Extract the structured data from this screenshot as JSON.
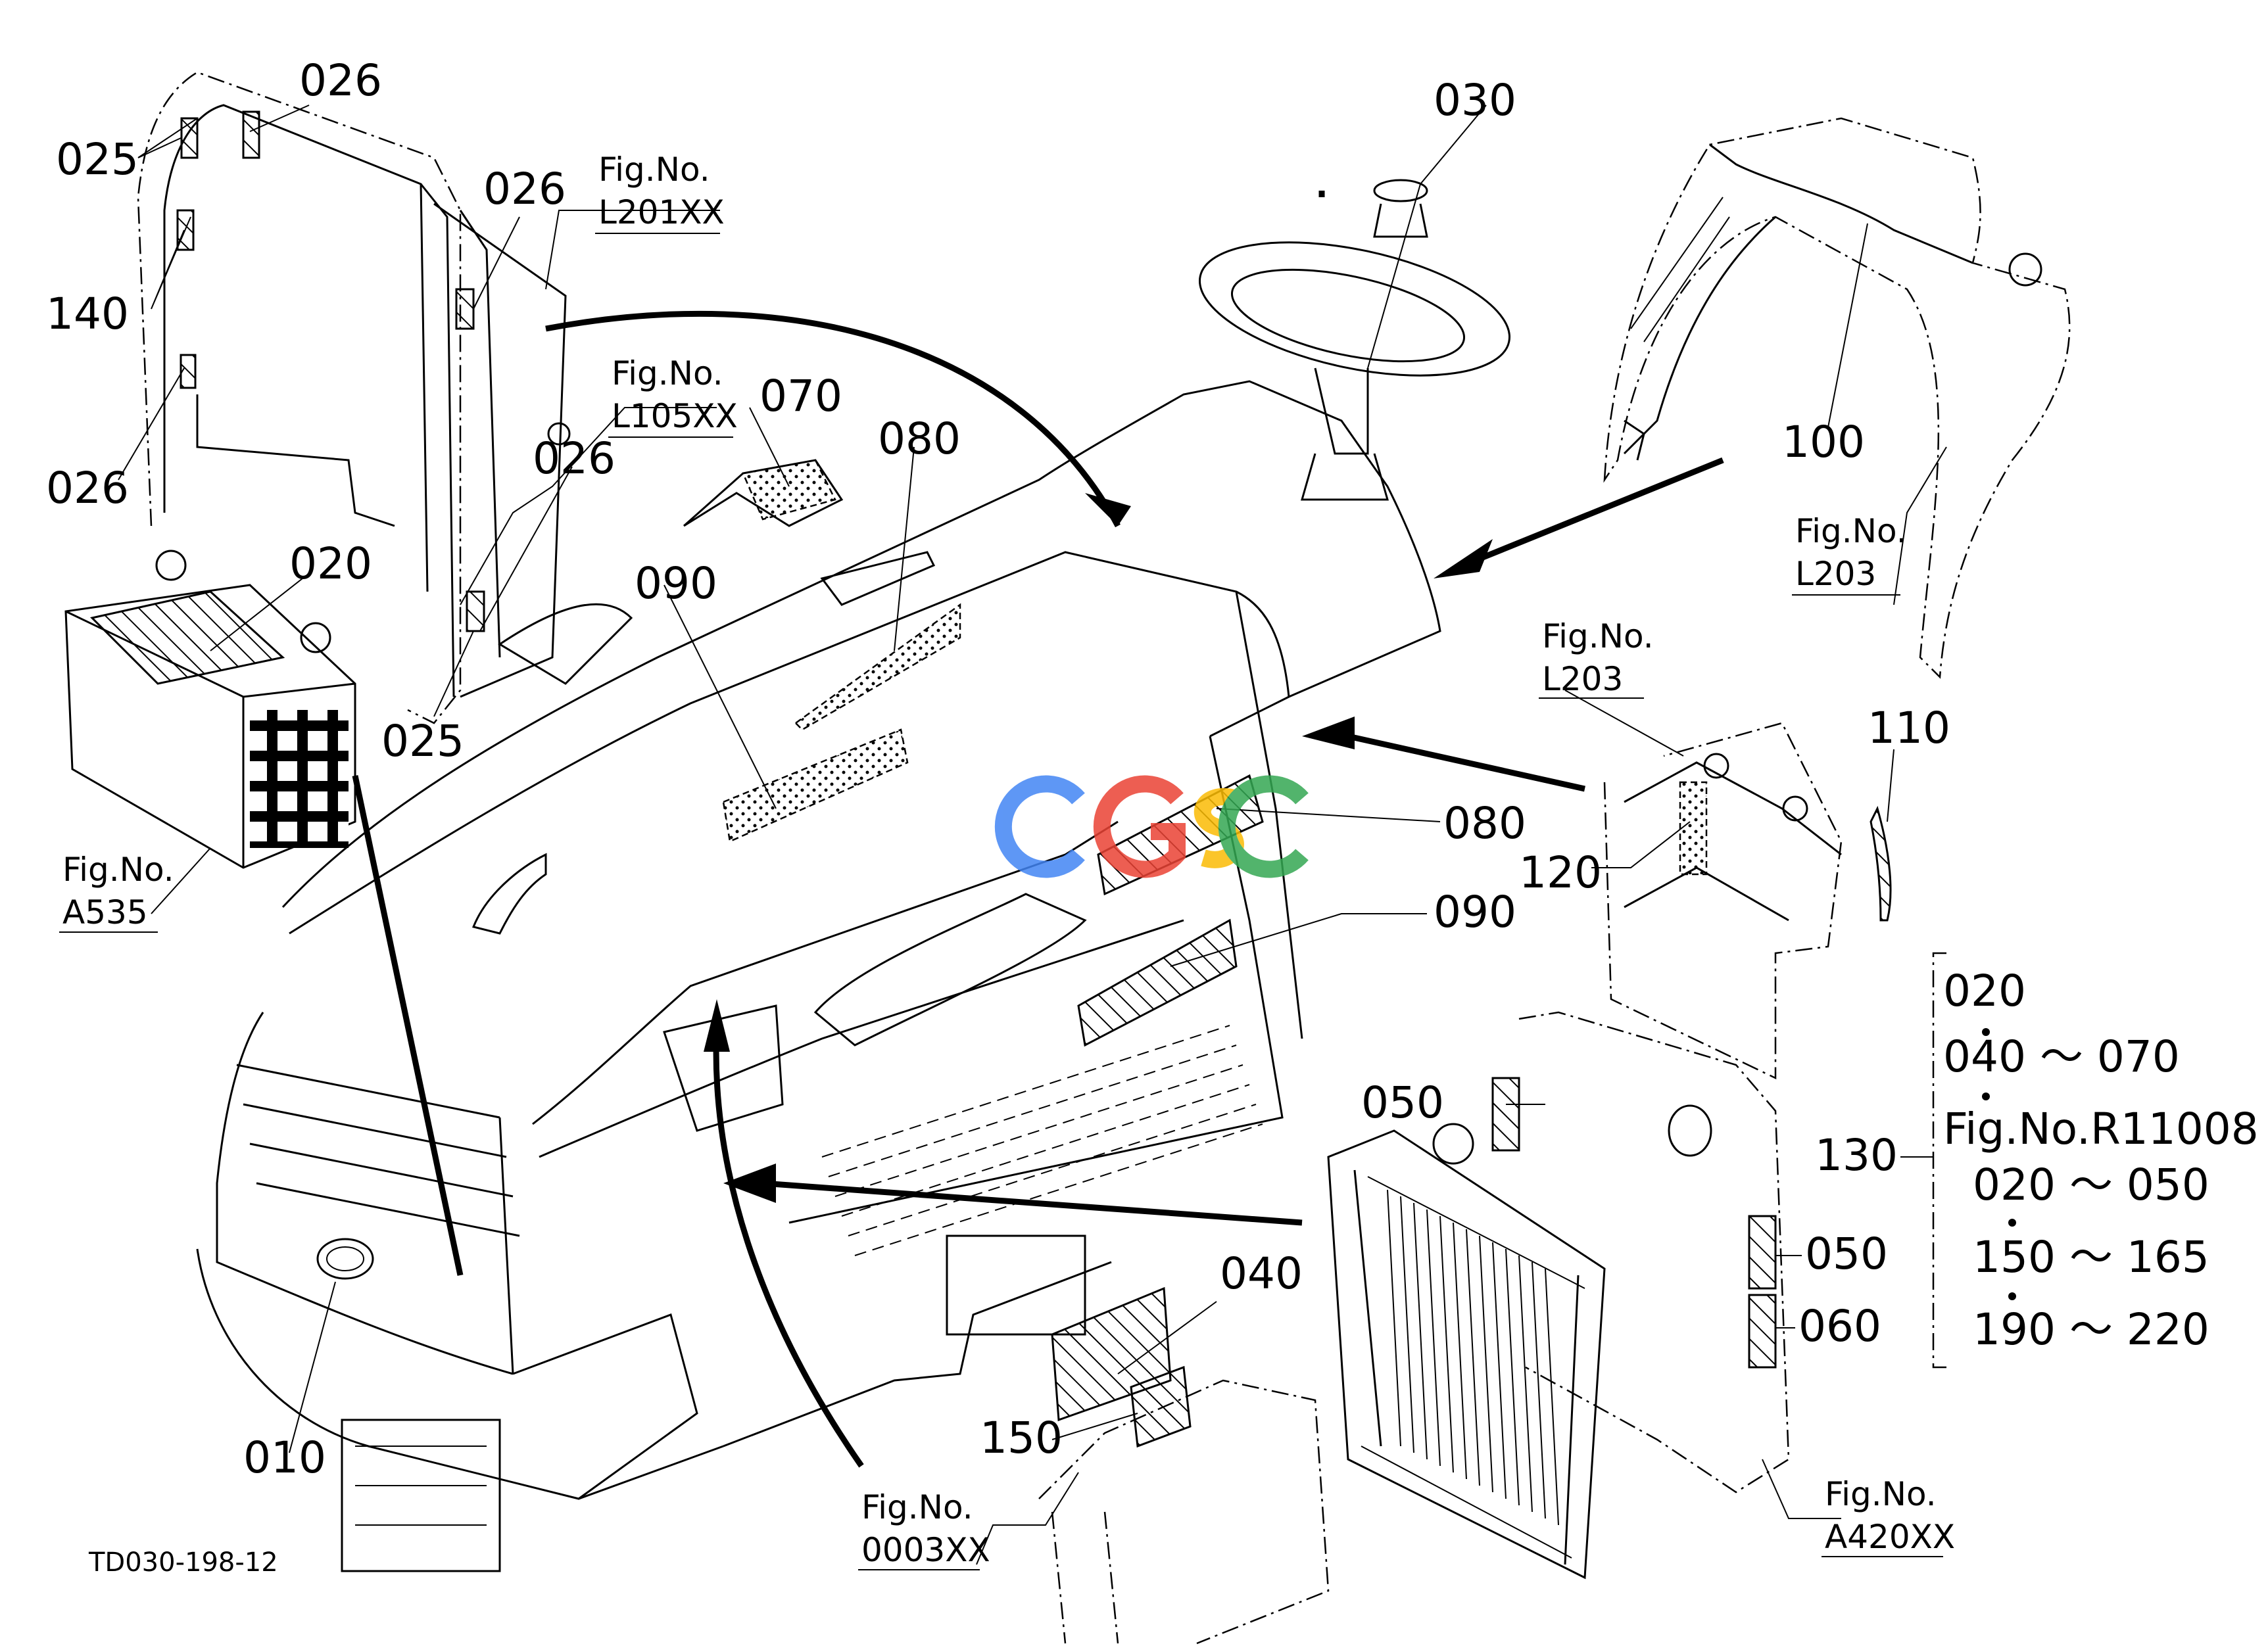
{
  "drawing_code": "TD030-198-12",
  "watermark": {
    "text": "CGSC",
    "colors": [
      "#4285F4",
      "#EA4335",
      "#FBBC05",
      "#34A853"
    ]
  },
  "part_labels": {
    "p010": "010",
    "p020": "020",
    "p025_a": "025",
    "p025_b": "025",
    "p026_a": "026",
    "p026_b": "026",
    "p026_c": "026",
    "p026_d": "026",
    "p030": "030",
    "p040": "040",
    "p050_a": "050",
    "p050_b": "050",
    "p060": "060",
    "p070": "070",
    "p080_a": "080",
    "p080_b": "080",
    "p090_a": "090",
    "p090_b": "090",
    "p100": "100",
    "p110": "110",
    "p120": "120",
    "p130": "130",
    "p140": "140",
    "p150": "150"
  },
  "fig_refs": {
    "ref_l201": {
      "label": "Fig.No.",
      "code": "L201XX"
    },
    "ref_l105": {
      "label": "Fig.No.",
      "code": "L105XX"
    },
    "ref_l203_top": {
      "label": "Fig.No.",
      "code": "L203"
    },
    "ref_l203_mid": {
      "label": "Fig.No.",
      "code": "L203"
    },
    "ref_a535": {
      "label": "Fig.No.",
      "code": "A535"
    },
    "ref_0003": {
      "label": "Fig.No.",
      "code": "0003XX"
    },
    "ref_a420": {
      "label": "Fig.No.",
      "code": "A420XX"
    }
  },
  "group_130": {
    "line1": "020",
    "line2": "040 ～ 070",
    "line3": "Fig.No.R11008",
    "line4": "020 ～ 050",
    "line5": "150 ～ 165",
    "line6": "190 ～ 220"
  }
}
